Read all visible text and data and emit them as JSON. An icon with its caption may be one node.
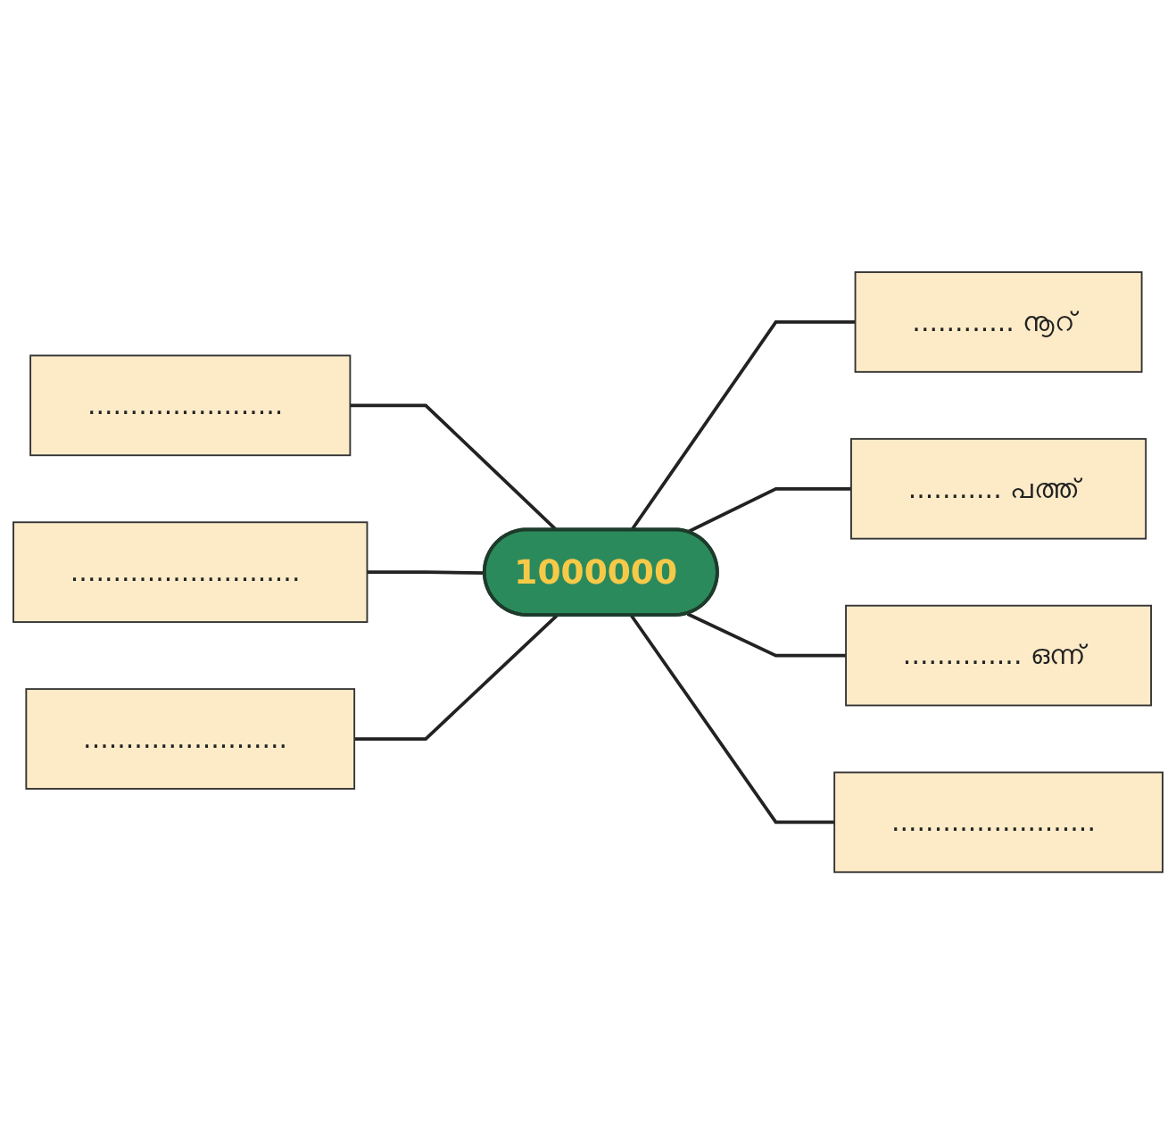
{
  "diagram": {
    "nodes": [
      {
        "text": [
          "1000000"
        ]
      },
      {
        "text": [
          "............ നൂറ്"
        ]
      },
      {
        "text": [
          "......................."
        ]
      },
      {
        "text": [
          "........... പത്ത്"
        ]
      },
      {
        "text": [
          "..........................."
        ]
      },
      {
        "text": [
          ".............. ഒന്ന്"
        ]
      },
      {
        "text": [
          "........................"
        ]
      },
      {
        "text": [
          "........................"
        ]
      }
    ],
    "edges": [
      {
        "from": 2,
        "to": 0,
        "arrow": "none"
      },
      {
        "from": 4,
        "to": 0,
        "arrow": "none"
      },
      {
        "from": 6,
        "to": 0,
        "arrow": "none"
      },
      {
        "from": 0,
        "to": 1,
        "arrow": "none"
      },
      {
        "from": 0,
        "to": 3,
        "arrow": "none"
      },
      {
        "from": 0,
        "to": 5,
        "arrow": "none"
      },
      {
        "from": 0,
        "to": 7,
        "arrow": "none"
      }
    ]
  }
}
